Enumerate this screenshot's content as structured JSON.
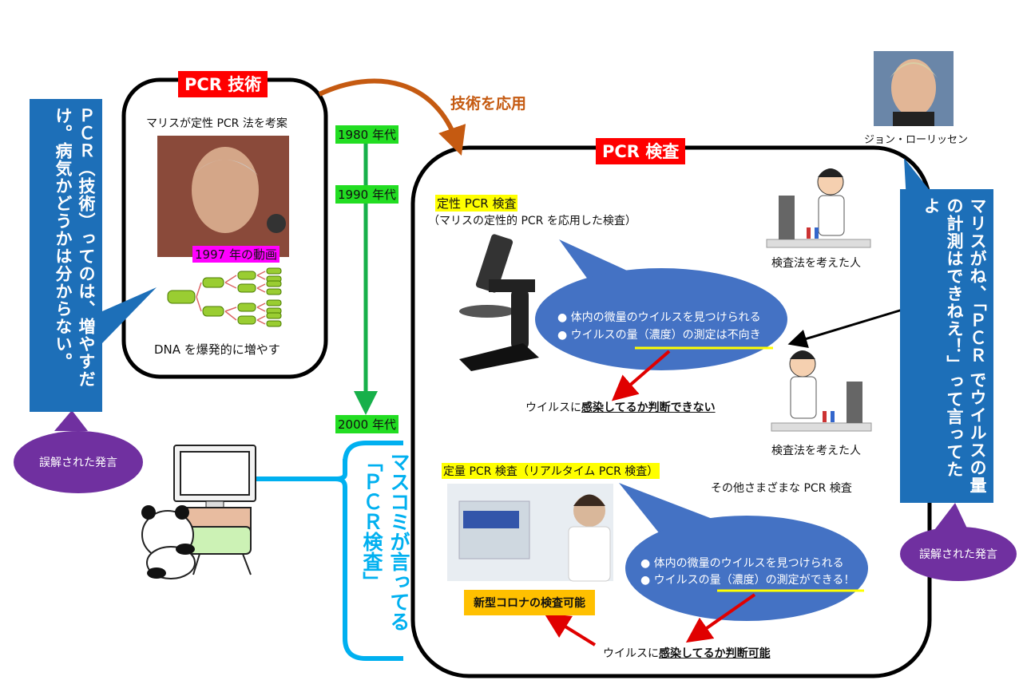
{
  "pcr_tech": {
    "title": "PCR 技術",
    "subtitle": "マリスが定性 PCR 法を考案",
    "photo_caption": "1997 年の動画",
    "dna_caption": "DNA を爆発的に増やす"
  },
  "timeline": {
    "d1980": "1980 年代",
    "d1990": "1990 年代",
    "d2000": "2000 年代"
  },
  "arrow_label": "技術を応用",
  "pcr_test": {
    "title": "PCR 検査",
    "qualitative": {
      "title": "定性 PCR 検査",
      "sub": "（マリスの定性的 PCR を応用した検査）",
      "bubble_1": "体内の微量のウイルスを見つけられる",
      "bubble_2a": "ウイルスの量（濃度）の測定は",
      "bubble_2b": "不向き",
      "result_a": "ウイルスに",
      "result_b": "感染してるか判断できない"
    },
    "inventor_label": "検査法を考えた人",
    "inventor_label2": "検査法を考えた人",
    "quantitative": {
      "title": "定量 PCR 検査（リアルタイム PCR 検査）",
      "bubble_1": "体内の微量のウイルスを見つけられる",
      "bubble_2a": "ウイルスの量（濃度）の測定が",
      "bubble_2b": "できる！",
      "result_a": "ウイルスに",
      "result_b": "感染してるか判断可能",
      "corona": "新型コロナの検査可能"
    },
    "other": "その他さまざまな PCR 検査"
  },
  "left_callout": "ＰＣＲ（技術）ってのは、増やすだけ。病気かどうかは分からない。",
  "right_callout": "マリスがね、「ＰＣＲ でウイルスの量の計測はできねえ！」って言ってたよ",
  "misunderstood_left": "誤解された発言",
  "misunderstood_right": "誤解された発言",
  "media_label": "マスコミが言ってる「ＰＣＲ検査」",
  "person_name": "ジョン・ローリッセン",
  "colors": {
    "red": "#ff0000",
    "green": "#22dd22",
    "blue_callout": "#1d6fb8",
    "bubble": "#4472c4",
    "purple": "#7030a0",
    "cyan": "#00b0f0",
    "orange_arrow": "#c55a11",
    "yellow": "#ffff00"
  }
}
